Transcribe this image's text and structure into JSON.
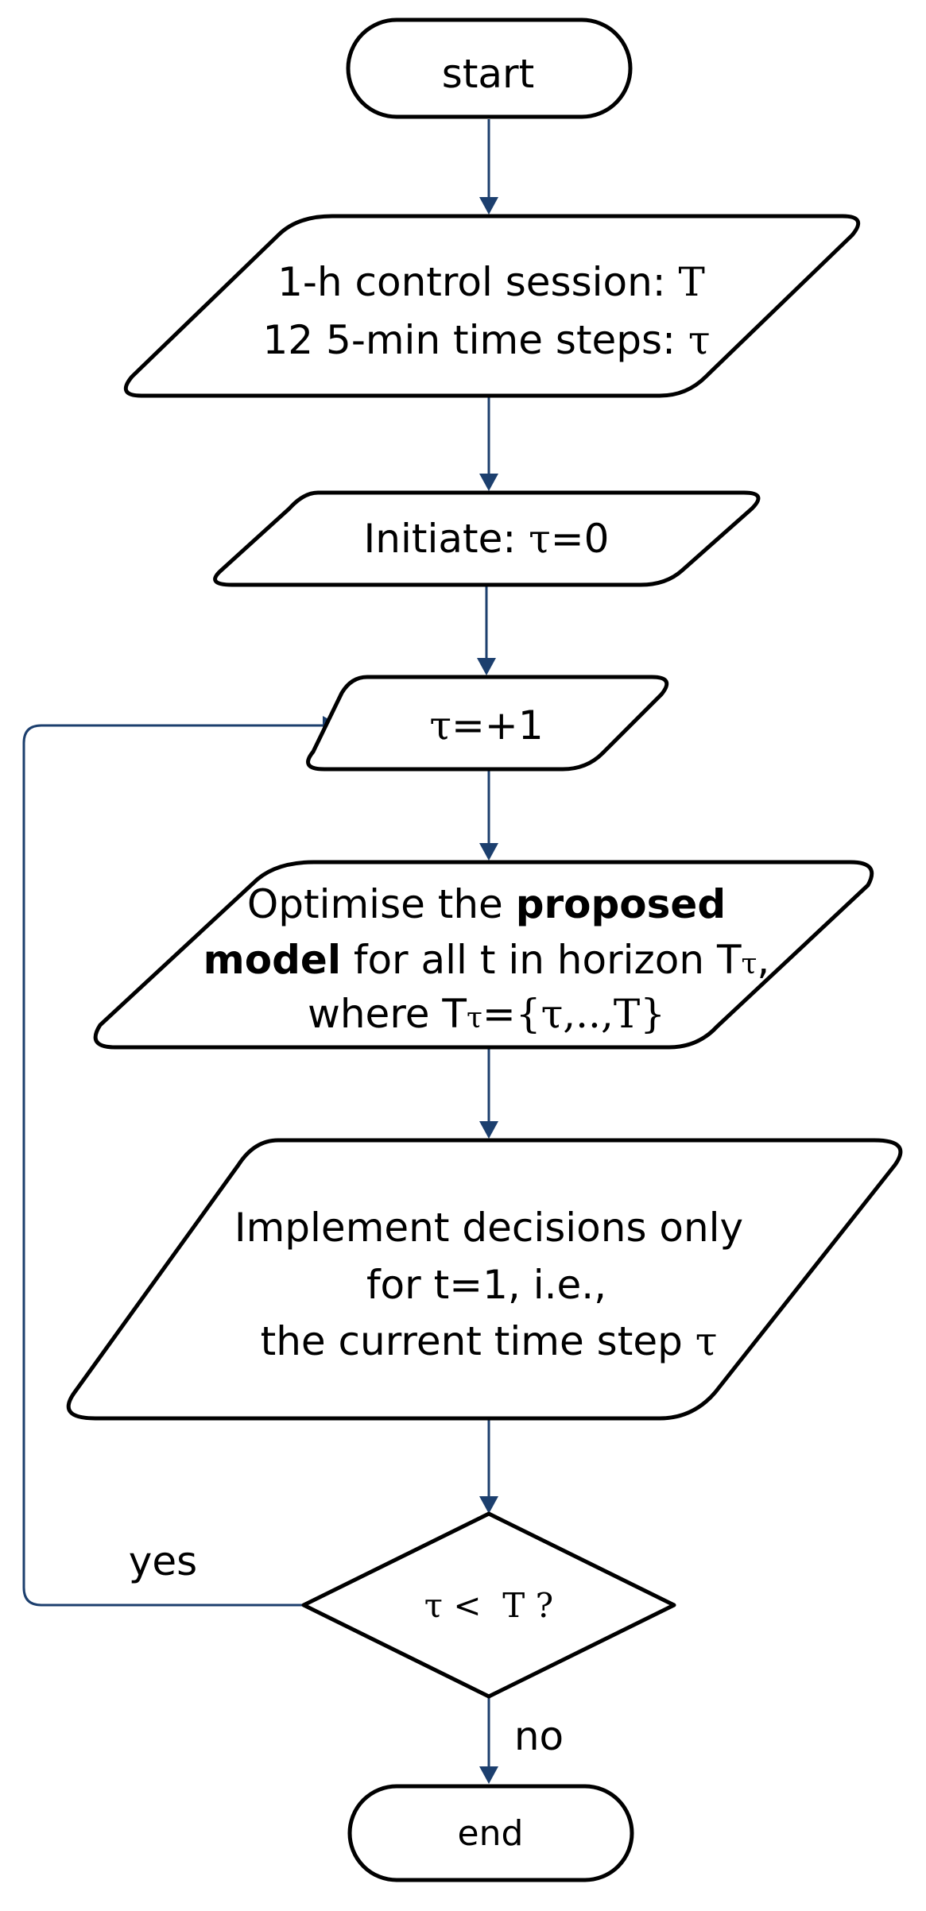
{
  "nodes": {
    "start": {
      "label": "start"
    },
    "session": {
      "line1_text": "1-h control session: ",
      "line1_sym": "T",
      "line2_text": "12 5-min time steps: ",
      "line2_sym": "τ"
    },
    "initiate": {
      "text": "Initiate: ",
      "sym": "τ",
      "eq": "=0"
    },
    "increment": {
      "sym": "τ",
      "eq": "=+1"
    },
    "optimise": {
      "line1_text": "Optimise the ",
      "line1_bold": "proposed",
      "line2_bold": "model",
      "line2_text": " for all t in horizon T",
      "line2_sub": "τ",
      "line2_end": ",",
      "line3_text": "where T",
      "line3_sub": "τ",
      "line3_eq": "=",
      "line3_set": "{τ,..,T}"
    },
    "implement": {
      "line1": "Implement decisions only",
      "line2": "for t=1, i.e.,",
      "line3_text": "the current time step ",
      "line3_sym": "τ"
    },
    "decision": {
      "sym1": "τ",
      "op": " <  ",
      "sym2": "T",
      "q": " ?"
    },
    "end": {
      "label": "end"
    }
  },
  "edges": {
    "yes_label": "yes",
    "no_label": "no"
  },
  "colors": {
    "connector": "#1c3f6e",
    "outline": "#000000"
  }
}
